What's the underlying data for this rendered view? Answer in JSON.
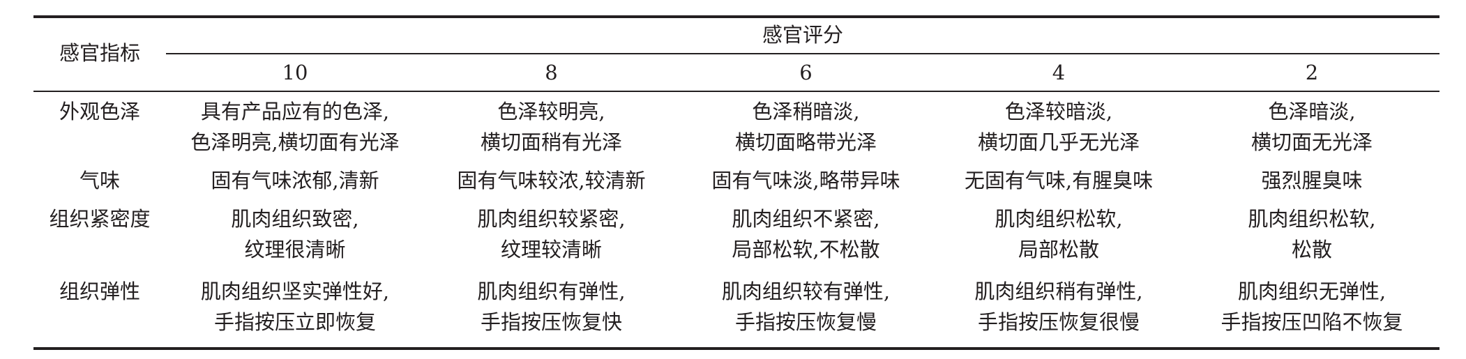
{
  "table": {
    "header": {
      "indicator": "感官指标",
      "score_group": "感官评分",
      "scores": [
        "10",
        "8",
        "6",
        "4",
        "2"
      ]
    },
    "rows": [
      {
        "label": "外观色泽",
        "cells": [
          [
            "具有产品应有的色泽,",
            "色泽明亮,横切面有光泽"
          ],
          [
            "色泽较明亮,",
            "横切面稍有光泽"
          ],
          [
            "色泽稍暗淡,",
            "横切面略带光泽"
          ],
          [
            "色泽较暗淡,",
            "横切面几乎无光泽"
          ],
          [
            "色泽暗淡,",
            "横切面无光泽"
          ]
        ]
      },
      {
        "label": "气味",
        "cells": [
          [
            "固有气味浓郁,清新"
          ],
          [
            "固有气味较浓,较清新"
          ],
          [
            "固有气味淡,略带异味"
          ],
          [
            "无固有气味,有腥臭味"
          ],
          [
            "强烈腥臭味"
          ]
        ]
      },
      {
        "label": "组织紧密度",
        "cells": [
          [
            "肌肉组织致密,",
            "纹理很清晰"
          ],
          [
            "肌肉组织较紧密,",
            "纹理较清晰"
          ],
          [
            "肌肉组织不紧密,",
            "局部松软,不松散"
          ],
          [
            "肌肉组织松软,",
            "局部松散"
          ],
          [
            "肌肉组织松软,",
            "松散"
          ]
        ]
      },
      {
        "label": "组织弹性",
        "cells": [
          [
            "肌肉组织坚实弹性好,",
            "手指按压立即恢复"
          ],
          [
            "肌肉组织有弹性,",
            "手指按压恢复快"
          ],
          [
            "肌肉组织较有弹性,",
            "手指按压恢复慢"
          ],
          [
            "肌肉组织稍有弹性,",
            "手指按压恢复很慢"
          ],
          [
            "肌肉组织无弹性,",
            "手指按压凹陷不恢复"
          ]
        ]
      }
    ]
  }
}
